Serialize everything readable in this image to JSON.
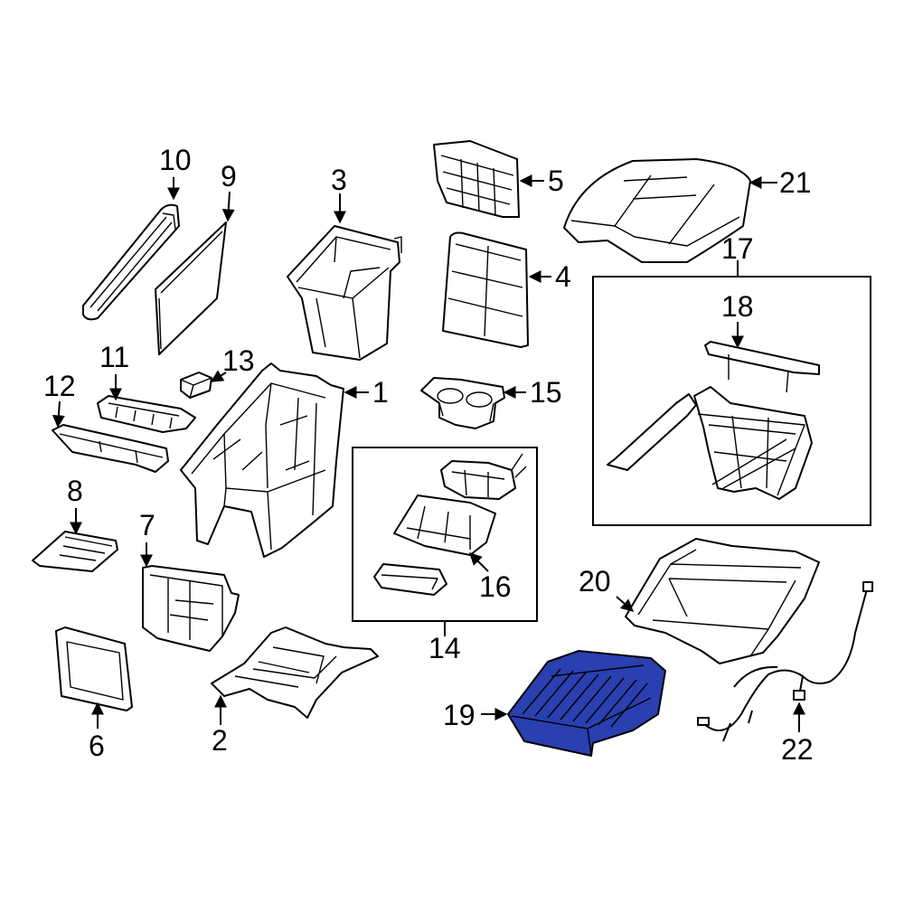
{
  "callouts": {
    "c1": "1",
    "c2": "2",
    "c3": "3",
    "c4": "4",
    "c5": "5",
    "c6": "6",
    "c7": "7",
    "c8": "8",
    "c9": "9",
    "c10": "10",
    "c11": "11",
    "c12": "12",
    "c13": "13",
    "c14": "14",
    "c15": "15",
    "c16": "16",
    "c17": "17",
    "c18": "18",
    "c19": "19",
    "c20": "20",
    "c21": "21",
    "c22": "22"
  },
  "highlight": {
    "part": "19",
    "color": "#2a3fb0"
  }
}
